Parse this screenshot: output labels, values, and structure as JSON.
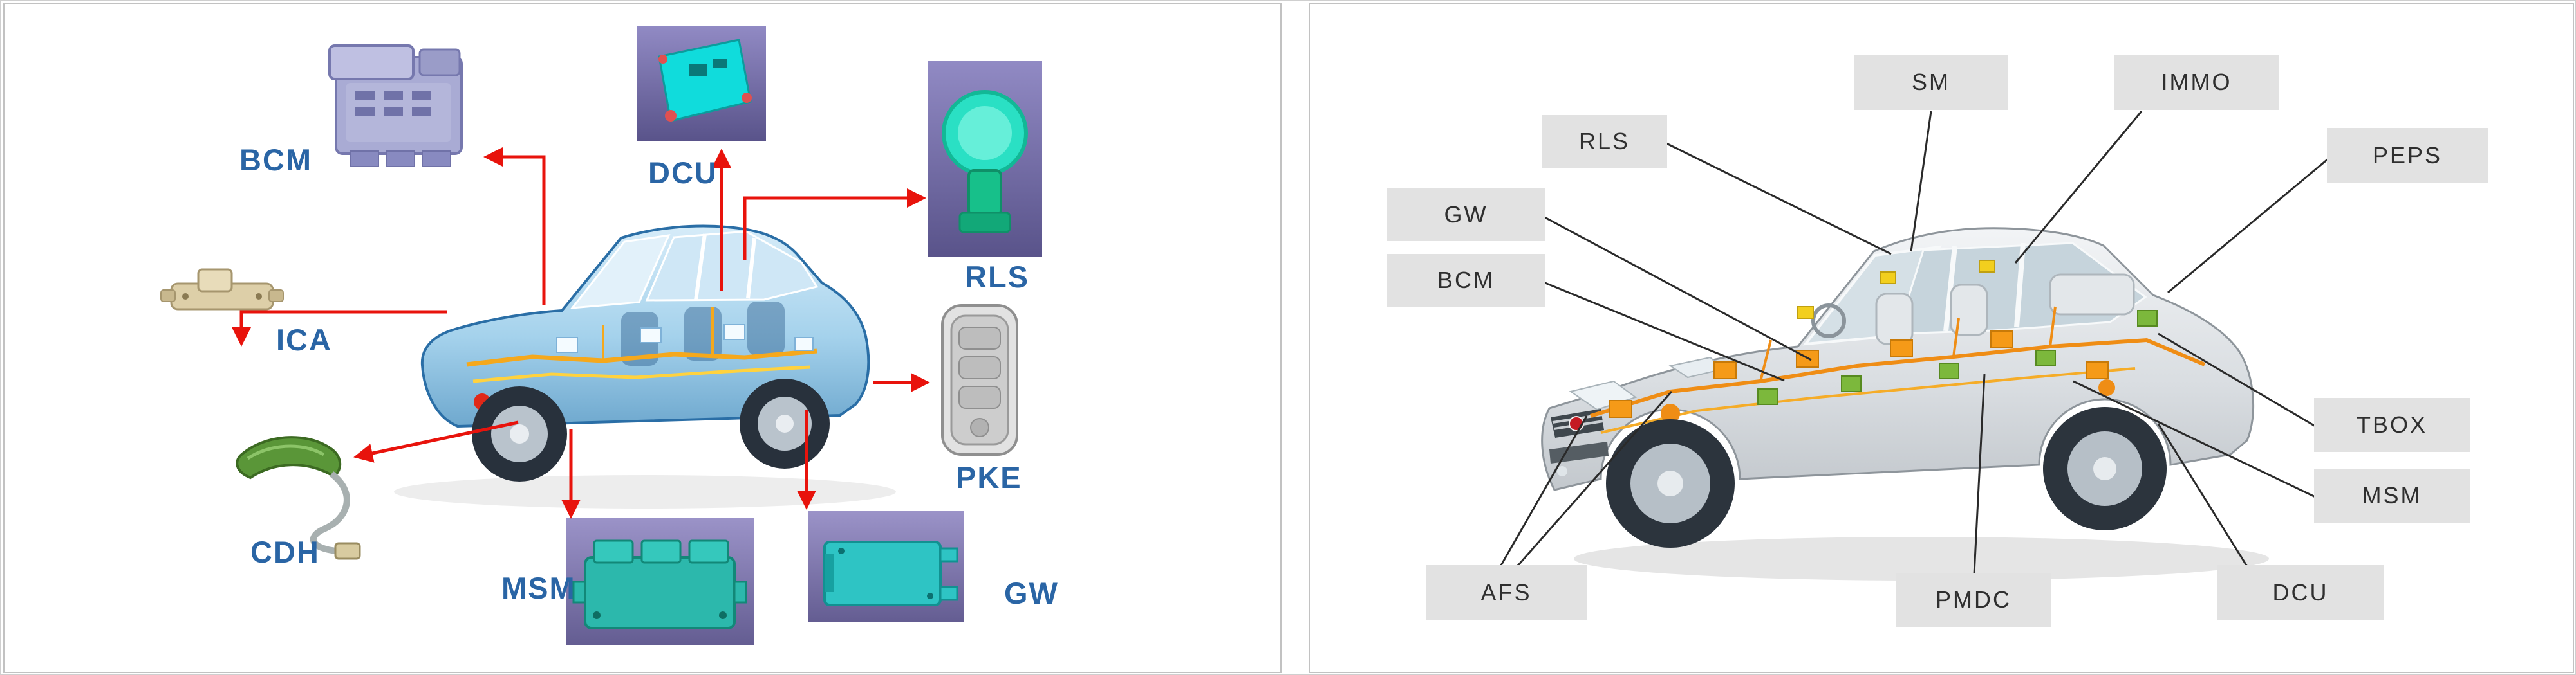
{
  "theme": {
    "left_label_color": "#2A65A5",
    "arrow_color": "#E8130C",
    "right_label_bg": "#E2E2E2",
    "right_label_text": "#2F2F2F",
    "panel_border": "#C2C2C2",
    "background": "#FFFFFF"
  },
  "left_panel": {
    "components": [
      {
        "id": "bcm",
        "label": "BCM"
      },
      {
        "id": "dcu",
        "label": "DCU"
      },
      {
        "id": "rls",
        "label": "RLS"
      },
      {
        "id": "ica",
        "label": "ICA"
      },
      {
        "id": "pke",
        "label": "PKE"
      },
      {
        "id": "cdh",
        "label": "CDH"
      },
      {
        "id": "msm",
        "label": "MSM"
      },
      {
        "id": "gw",
        "label": "GW"
      }
    ]
  },
  "right_panel": {
    "labels": [
      {
        "id": "sm",
        "label": "SM"
      },
      {
        "id": "immo",
        "label": "IMMO"
      },
      {
        "id": "rls",
        "label": "RLS"
      },
      {
        "id": "peps",
        "label": "PEPS"
      },
      {
        "id": "gw",
        "label": "GW"
      },
      {
        "id": "bcm",
        "label": "BCM"
      },
      {
        "id": "tbox",
        "label": "TBOX"
      },
      {
        "id": "msm",
        "label": "MSM"
      },
      {
        "id": "afs",
        "label": "AFS"
      },
      {
        "id": "pmdc",
        "label": "PMDC"
      },
      {
        "id": "dcu",
        "label": "DCU"
      }
    ]
  }
}
